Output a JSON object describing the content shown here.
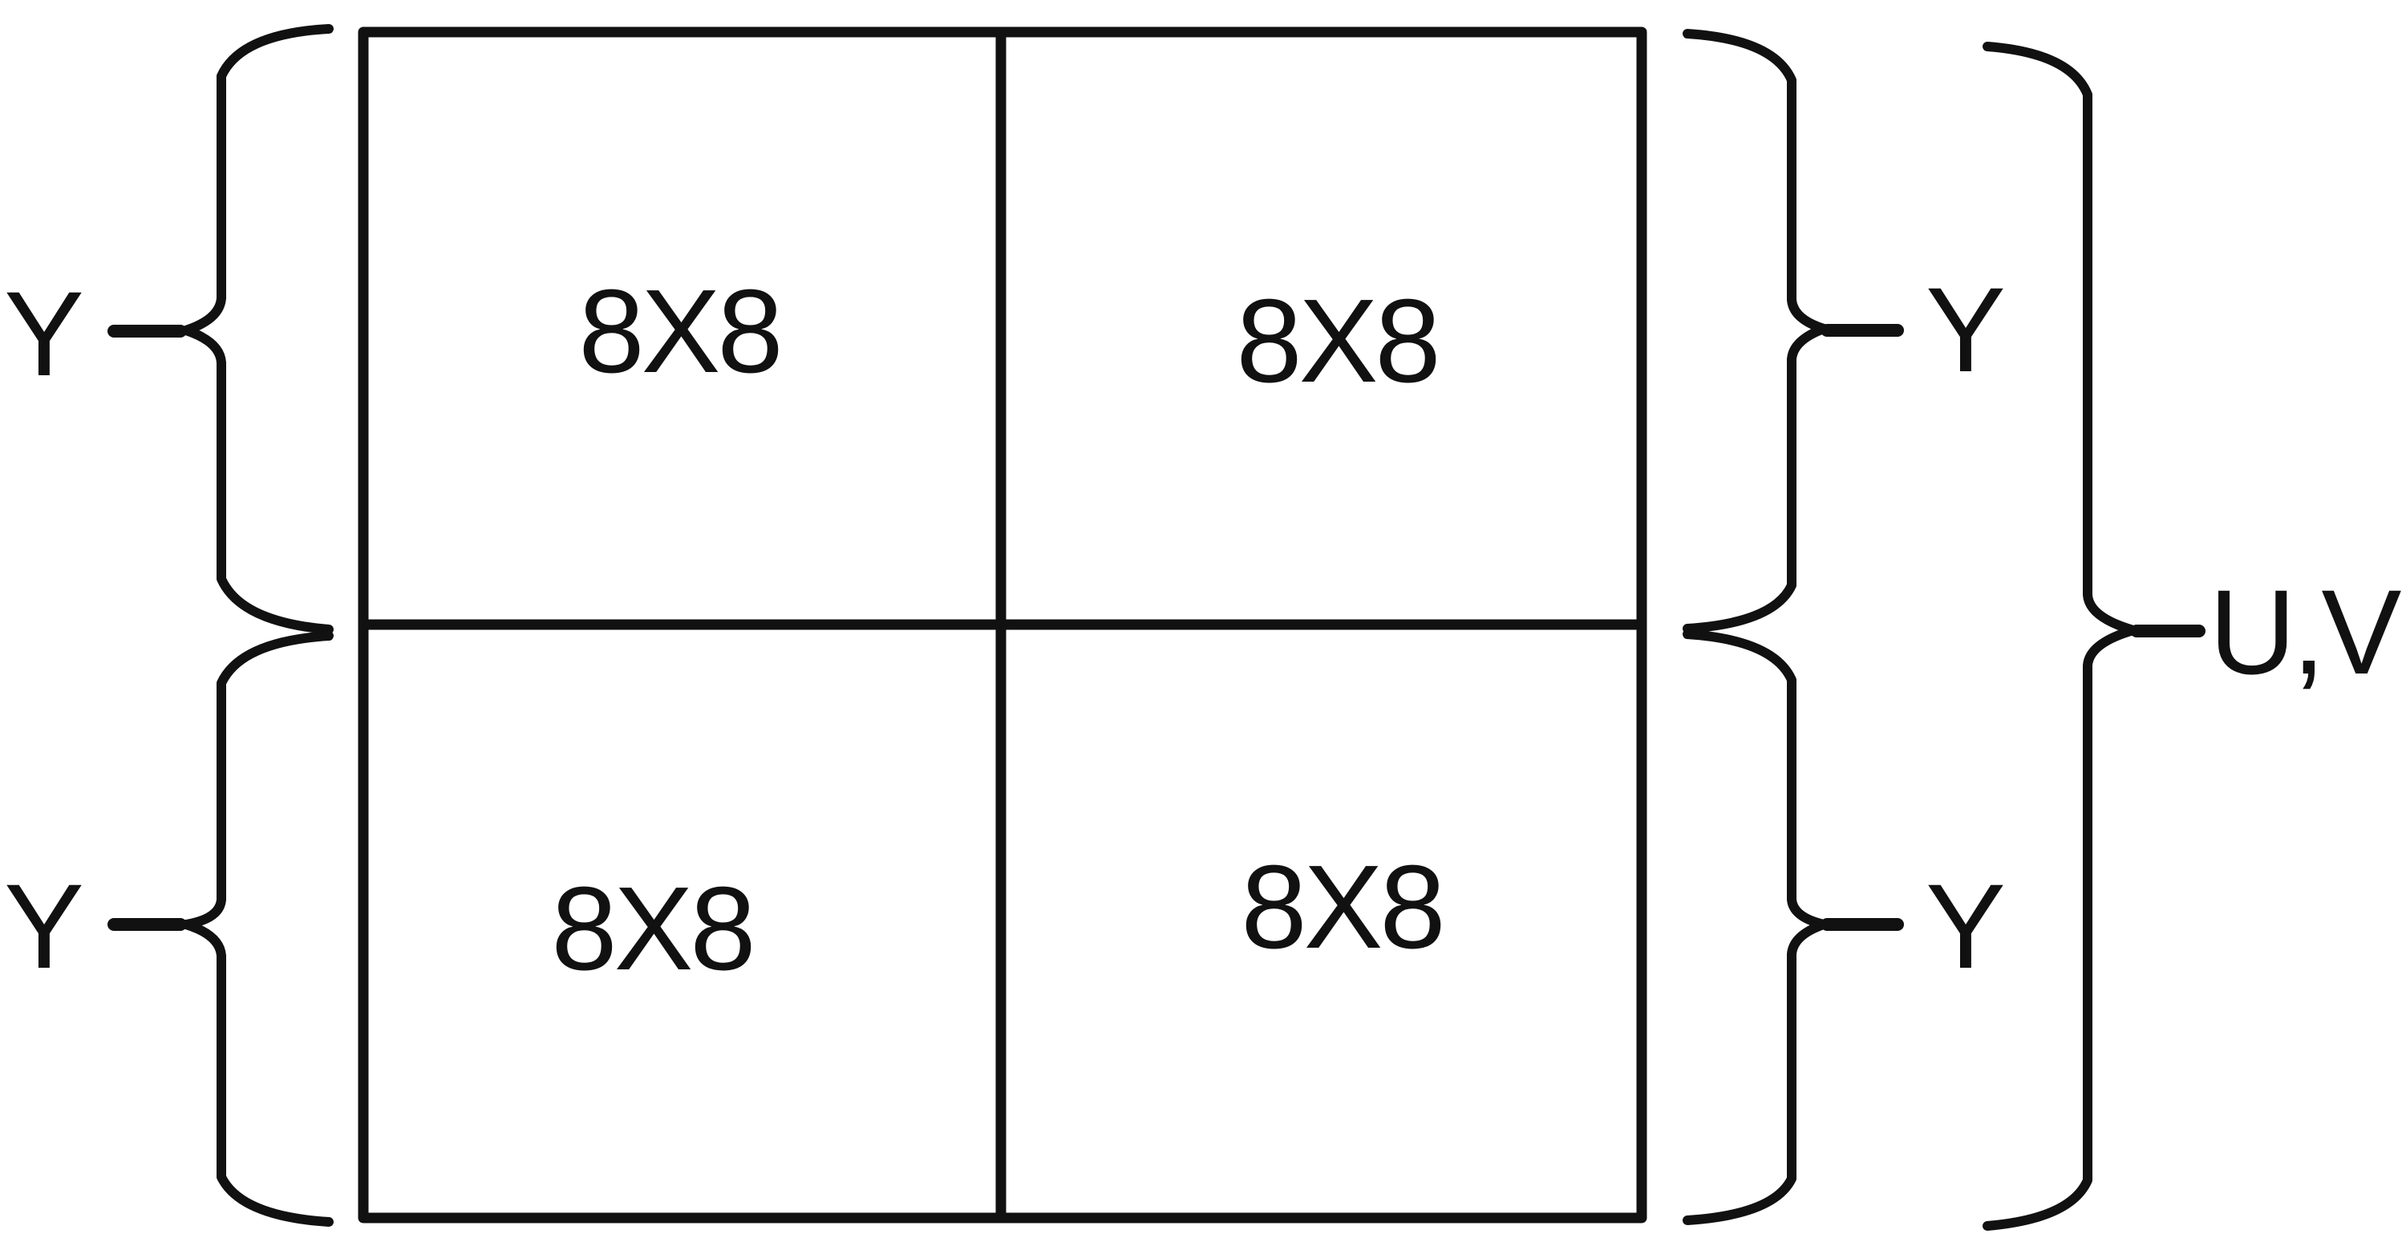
{
  "colors": {
    "ink": "#111111",
    "background": "#ffffff"
  },
  "macroblock": {
    "blocks": [
      {
        "position": "top-left",
        "label": "8X8"
      },
      {
        "position": "top-right",
        "label": "8X8"
      },
      {
        "position": "bottom-left",
        "label": "8X8"
      },
      {
        "position": "bottom-right",
        "label": "8X8"
      }
    ],
    "luma_labels": {
      "left_top": "Y",
      "left_bottom": "Y",
      "right_top": "Y",
      "right_bottom": "Y"
    },
    "chroma_label": "U,V"
  }
}
